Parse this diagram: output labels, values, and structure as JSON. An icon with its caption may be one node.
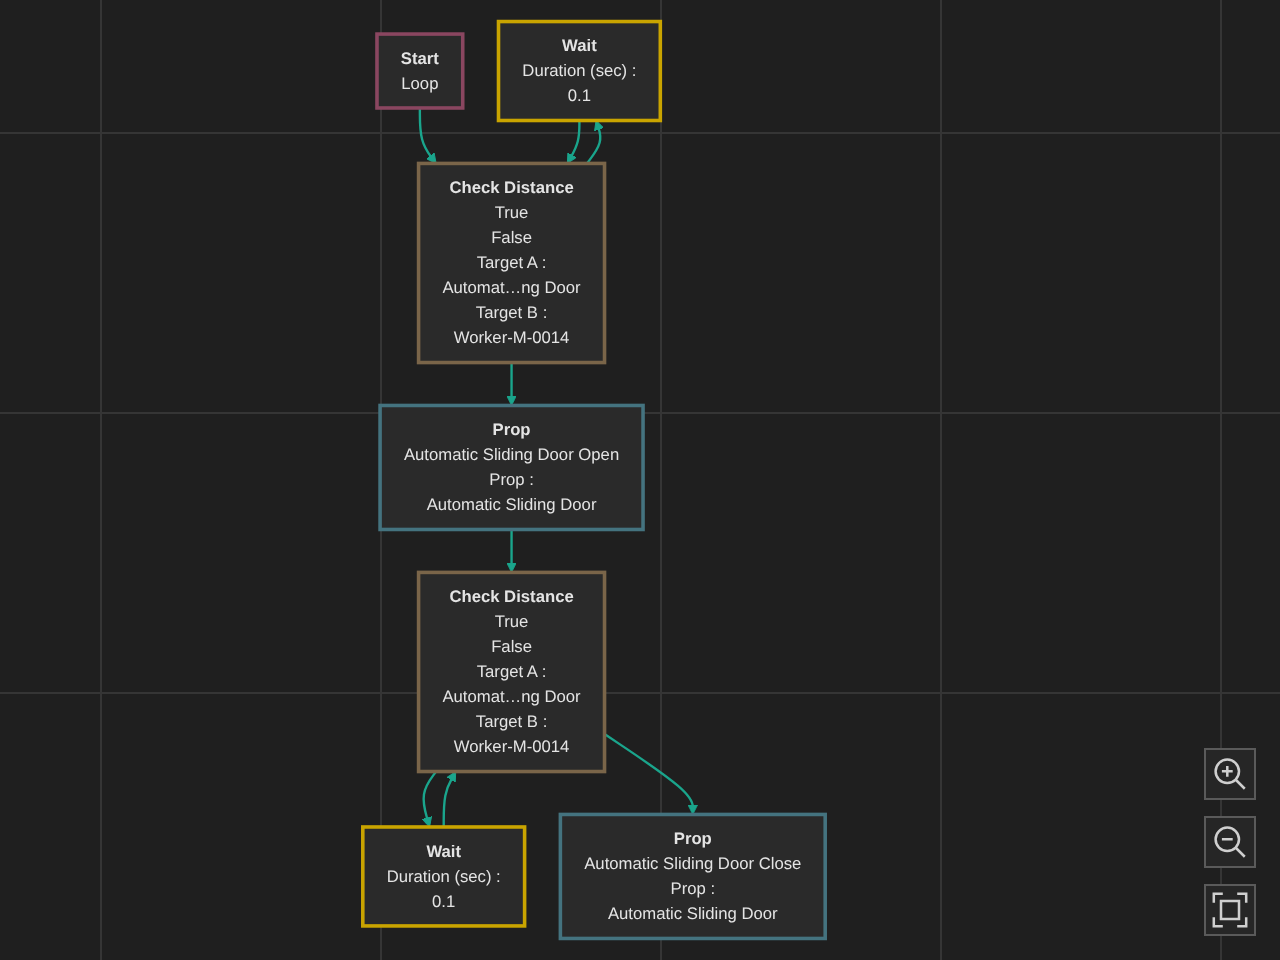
{
  "diagram": {
    "nodes": [
      {
        "text": [
          "Wait",
          "Duration (sec) :",
          "0.1"
        ]
      },
      {
        "text": [
          "Start",
          "Loop"
        ]
      },
      {
        "text": [
          "Check Distance",
          "True",
          "False",
          "Target A :",
          "Automat…ng Door",
          "Target B :",
          "Worker-M-0014"
        ]
      },
      {
        "text": [
          "Prop",
          "Automatic Sliding Door Open",
          "Prop :",
          "Automatic Sliding Door"
        ]
      },
      {
        "text": [
          "Check Distance",
          "True",
          "False",
          "Target A :",
          "Automat…ng Door",
          "Target B :",
          "Worker-M-0014"
        ]
      },
      {
        "text": [
          "Prop",
          "Automatic Sliding Door Close",
          "Prop :",
          "Automatic Sliding Door"
        ]
      },
      {
        "text": [
          "Wait",
          "Duration (sec) :",
          "0.1"
        ]
      }
    ],
    "edges": [
      {
        "from": 1,
        "to": 2,
        "arrow": "to"
      },
      {
        "from": 2,
        "to": 3,
        "arrow": "to"
      },
      {
        "from": 2,
        "to": 0,
        "arrow": "to"
      },
      {
        "from": 0,
        "to": 2,
        "arrow": "to"
      },
      {
        "from": 3,
        "to": 4,
        "arrow": "to"
      },
      {
        "from": 4,
        "to": 6,
        "arrow": "to"
      },
      {
        "from": 4,
        "to": 5,
        "arrow": "to"
      },
      {
        "from": 6,
        "to": 4,
        "arrow": "to"
      }
    ]
  }
}
